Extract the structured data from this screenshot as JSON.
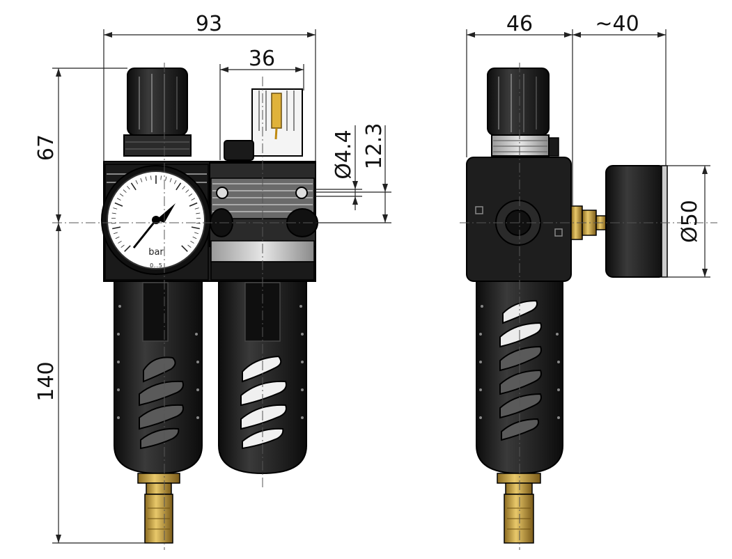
{
  "dimensions": {
    "width_overall": "93",
    "width_lubricator": "36",
    "height_top": "67",
    "height_bottom": "140",
    "port_diameter": "Ø4.4",
    "port_offset": "12.3",
    "side_depth": "46",
    "gauge_projection": "~40",
    "gauge_diameter": "Ø50"
  },
  "gauge": {
    "unit": "bar",
    "range_note": "0...5"
  },
  "colors": {
    "body": "#1e1e1e",
    "brass": "#c8a24a",
    "line": "#222222"
  }
}
